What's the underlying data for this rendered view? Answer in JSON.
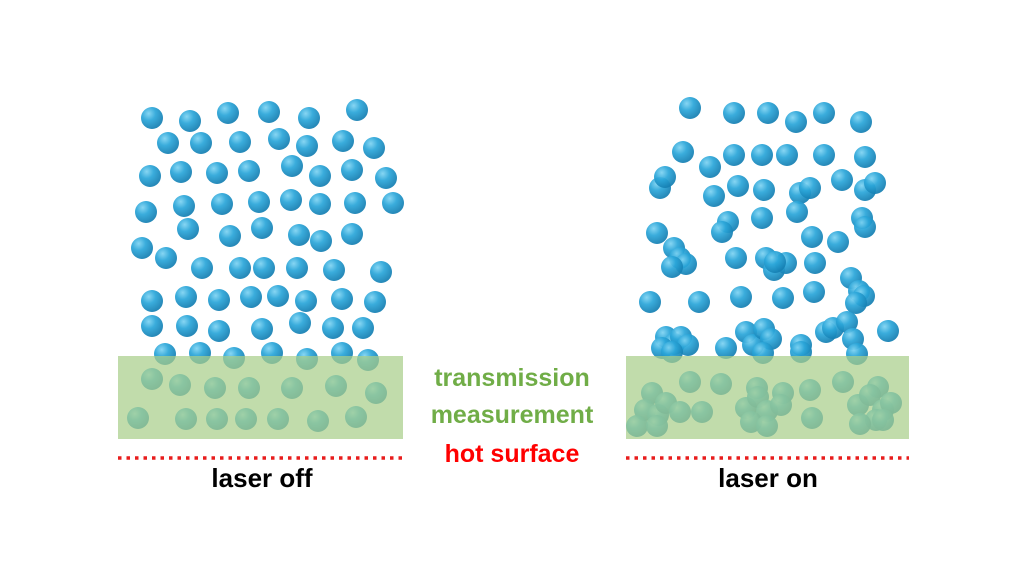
{
  "labels": {
    "transmission": "transmission",
    "measurement": "measurement",
    "hot_surface": "hot surface",
    "laser_off": "laser off",
    "laser_on": "laser on"
  },
  "colors": {
    "particle": "#2ba6d9",
    "particle_edge": "#1a7fb0",
    "measurement_zone": "#b3d39a",
    "green_text": "#70ad47",
    "red_text": "#ff0000",
    "black_text": "#000000"
  }
}
